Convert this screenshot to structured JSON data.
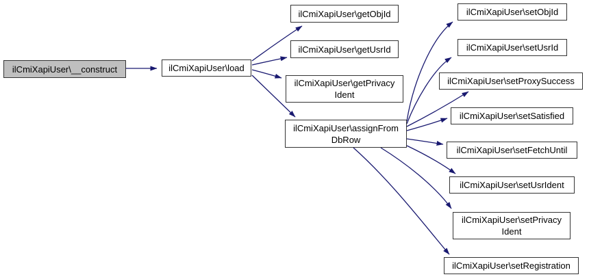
{
  "diagram": {
    "kind": "call-graph",
    "colors": {
      "edge": "#191970",
      "node_border": "#333333",
      "node_fill": "#ffffff",
      "focus_node_fill": "#bfbfbf",
      "text": "#000000",
      "background": "#ffffff"
    },
    "nodes": [
      {
        "id": "construct",
        "label": "ilCmiXapiUser\\__construct",
        "focused": true
      },
      {
        "id": "load",
        "label": "ilCmiXapiUser\\load"
      },
      {
        "id": "getObjId",
        "label": "ilCmiXapiUser\\getObjId"
      },
      {
        "id": "getUsrId",
        "label": "ilCmiXapiUser\\getUsrId"
      },
      {
        "id": "getPrivacyIdent",
        "label": "ilCmiXapiUser\\getPrivacy\nIdent"
      },
      {
        "id": "assignFromDbRow",
        "label": "ilCmiXapiUser\\assignFrom\nDbRow"
      },
      {
        "id": "setObjId",
        "label": "ilCmiXapiUser\\setObjId"
      },
      {
        "id": "setUsrId",
        "label": "ilCmiXapiUser\\setUsrId"
      },
      {
        "id": "setProxySuccess",
        "label": "ilCmiXapiUser\\setProxySuccess"
      },
      {
        "id": "setSatisfied",
        "label": "ilCmiXapiUser\\setSatisfied"
      },
      {
        "id": "setFetchUntil",
        "label": "ilCmiXapiUser\\setFetchUntil"
      },
      {
        "id": "setUsrIdent",
        "label": "ilCmiXapiUser\\setUsrIdent"
      },
      {
        "id": "setPrivacyIdent",
        "label": "ilCmiXapiUser\\setPrivacy\nIdent"
      },
      {
        "id": "setRegistration",
        "label": "ilCmiXapiUser\\setRegistration"
      }
    ],
    "edges": [
      {
        "from": "construct",
        "to": "load"
      },
      {
        "from": "load",
        "to": "getObjId"
      },
      {
        "from": "load",
        "to": "getUsrId"
      },
      {
        "from": "load",
        "to": "getPrivacyIdent"
      },
      {
        "from": "load",
        "to": "assignFromDbRow"
      },
      {
        "from": "assignFromDbRow",
        "to": "setObjId"
      },
      {
        "from": "assignFromDbRow",
        "to": "setUsrId"
      },
      {
        "from": "assignFromDbRow",
        "to": "setProxySuccess"
      },
      {
        "from": "assignFromDbRow",
        "to": "setSatisfied"
      },
      {
        "from": "assignFromDbRow",
        "to": "setFetchUntil"
      },
      {
        "from": "assignFromDbRow",
        "to": "setUsrIdent"
      },
      {
        "from": "assignFromDbRow",
        "to": "setPrivacyIdent"
      },
      {
        "from": "assignFromDbRow",
        "to": "setRegistration"
      }
    ]
  }
}
